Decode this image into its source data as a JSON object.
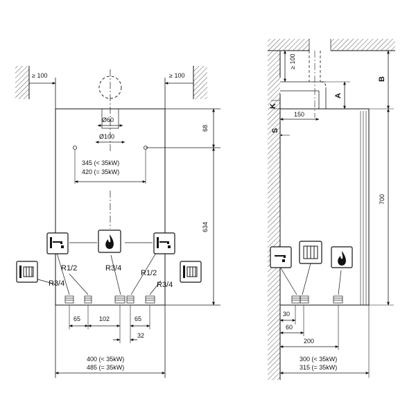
{
  "front_view": {
    "clearance_left": "≥ 100",
    "clearance_right": "≥ 100",
    "flue_inner": "Ø60",
    "flue_outer": "Ø100",
    "top_offset": "68",
    "height": "634",
    "hanger_spacing_small": "345 (< 35kW)",
    "hanger_spacing_large": "420 (= 35kW)",
    "thread_left": "R1/2",
    "thread_gas": "R3/4",
    "thread_right": "R1/2",
    "thread_heating_left": "R3/4",
    "thread_heating_right": "R3/4",
    "spacing_65_left": "65",
    "spacing_102": "102",
    "spacing_65_right": "65",
    "spacing_32": "32",
    "width_small": "400 (< 35kW)",
    "width_large": "485 (= 35kW)"
  },
  "side_view": {
    "ceiling_clearance": "≥ 100",
    "label_a": "A",
    "label_b": "B",
    "label_k": "K",
    "label_s": "S",
    "flue_offset": "150",
    "height": "700",
    "conn_30": "30",
    "conn_60": "60",
    "conn_200": "200",
    "depth_small": "300 (< 35kW)",
    "depth_large": "315 (= 35kW)"
  },
  "icons": [
    "hot-water-tap-icon",
    "gas-flame-icon",
    "heating-radiator-icon"
  ]
}
